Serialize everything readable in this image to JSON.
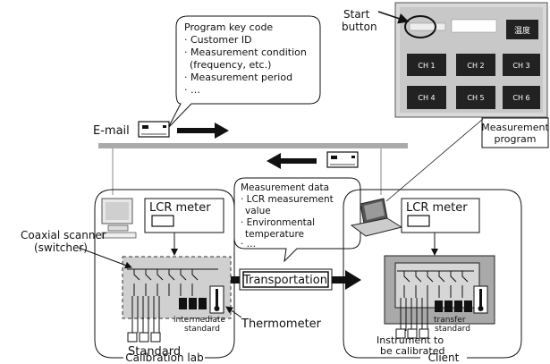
{
  "callout_top": {
    "lines": [
      "Program key code",
      "· Customer ID",
      "· Measurement condition",
      "(frequency, etc.)",
      "· Measurement period",
      "· …"
    ]
  },
  "email": {
    "label": "E-mail"
  },
  "start_button": {
    "label_line1": "Start",
    "label_line2": "button"
  },
  "program_panel": {
    "temp_label": "温度",
    "channels": [
      "CH 1",
      "CH 2",
      "CH 3",
      "CH 4",
      "CH 5",
      "CH 6"
    ]
  },
  "measurement_program": {
    "line1": "Measurement",
    "line2": "program"
  },
  "callout_mid": {
    "lines": [
      "Measurement data",
      "· LCR measurement",
      "value",
      "· Environmental",
      "temperature",
      "· …"
    ]
  },
  "left_lab": {
    "lcr_label": "LCR meter",
    "coaxial_line1": "Coaxial scanner",
    "coaxial_line2": "(switcher)",
    "intermediate_line1": "intermediate",
    "intermediate_line2": "standard",
    "standard_label": "Standard",
    "thermometer_label": "Thermometer",
    "frame_label": "Calibration lab"
  },
  "right_client": {
    "lcr_label": "LCR meter",
    "transfer_line1": "transfer",
    "transfer_line2": "standard",
    "instrument_line1": "Instrument to",
    "instrument_line2": "be calibrated",
    "frame_label": "Client"
  },
  "transportation": {
    "label": "Transportation"
  }
}
